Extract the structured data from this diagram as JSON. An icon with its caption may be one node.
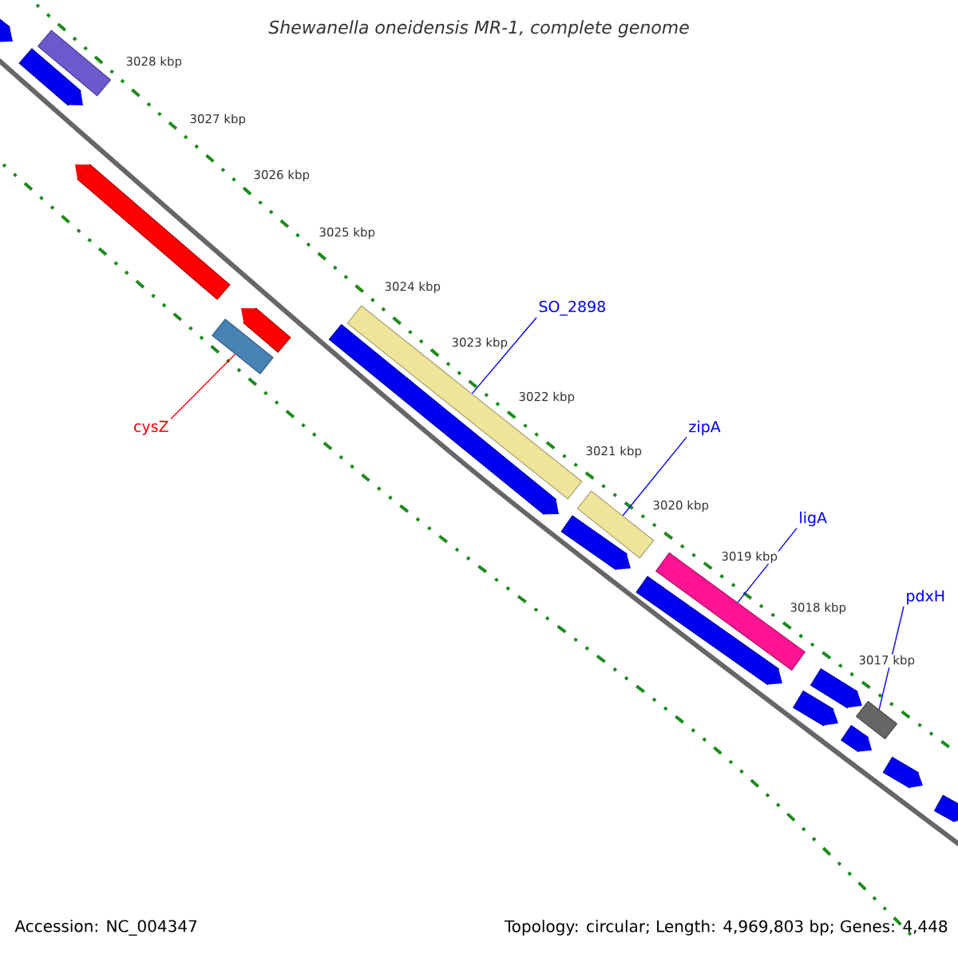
{
  "diagram": {
    "title": "Shewanella oneidensis MR-1, complete genome",
    "nodes": [
      {
        "text": [
          "cysZ"
        ]
      },
      {
        "text": [],
        "shape": "bar"
      },
      {
        "text": [
          "SO_2898"
        ]
      },
      {
        "text": [],
        "shape": "bar"
      },
      {
        "text": [
          "zipA"
        ]
      },
      {
        "text": [],
        "shape": "bar"
      },
      {
        "text": [
          "ligA"
        ]
      },
      {
        "text": [],
        "shape": "bar"
      },
      {
        "text": [
          "pdxH"
        ]
      },
      {
        "text": [],
        "shape": "bar"
      },
      {
        "text": [],
        "shape": "bar"
      },
      {
        "text": [],
        "shape": "bar"
      },
      {
        "text": [],
        "shape": "bar"
      },
      {
        "text": [],
        "shape": "bar"
      },
      {
        "text": [],
        "shape": "bar"
      },
      {
        "text": [],
        "shape": "bar"
      },
      {
        "text": [],
        "shape": "bar"
      },
      {
        "text": [],
        "shape": "bar"
      },
      {
        "text": [],
        "shape": "bar"
      },
      {
        "text": [],
        "shape": "bar"
      },
      {
        "text": [],
        "shape": "bar"
      },
      {
        "text": [],
        "shape": "bar"
      },
      {
        "text": [],
        "shape": "bar"
      }
    ],
    "edges": [
      {
        "from": 0,
        "to": 1,
        "arrow": "none",
        "color": "#ff0000"
      },
      {
        "from": 2,
        "to": 3,
        "arrow": "none"
      },
      {
        "from": 4,
        "to": 5,
        "arrow": "none"
      },
      {
        "from": 6,
        "to": 7,
        "arrow": "none"
      },
      {
        "from": 8,
        "to": 9,
        "arrow": "none"
      }
    ],
    "labels": [
      "3028 kbp",
      "3027 kbp",
      "3026 kbp",
      "3025 kbp",
      "3024 kbp",
      "3023 kbp",
      "3022 kbp",
      "3021 kbp",
      "3020 kbp",
      "3019 kbp",
      "3018 kbp",
      "3017 kbp",
      "Accession: NC_004347",
      "Topology: circular; Length: 4,969,803 bp; Genes: 4,448"
    ]
  }
}
